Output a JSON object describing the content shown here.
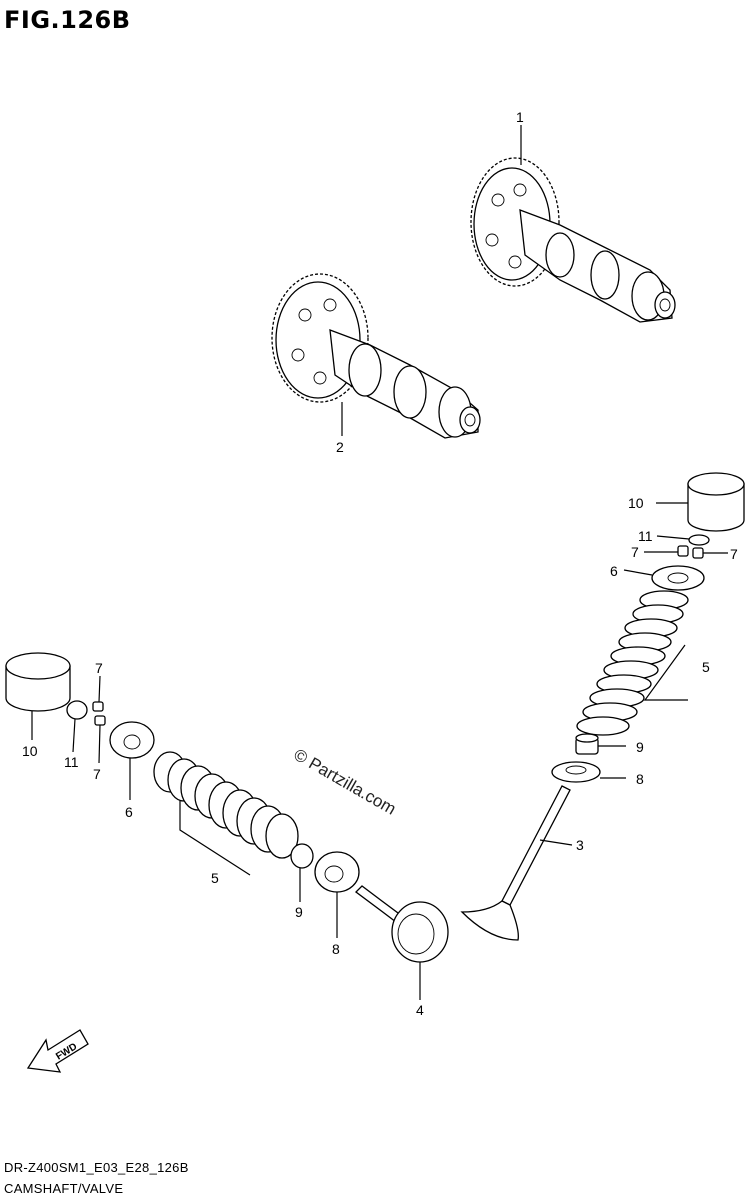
{
  "figure": {
    "title": "FIG.126B",
    "code": "DR-Z400SM1_E03_E28_126B",
    "caption": "CAMSHAFT/VALVE",
    "watermark": "© Partzilla.com",
    "fwd_label": "FWD"
  },
  "callouts": {
    "c1": "1",
    "c2": "2",
    "c3": "3",
    "c4": "4",
    "c5_right": "5",
    "c5_left": "5",
    "c6_right": "6",
    "c6_left": "6",
    "c7_right_a": "7",
    "c7_right_b": "7",
    "c7_left_a": "7",
    "c7_left_b": "7",
    "c8_right": "8",
    "c8_left": "8",
    "c9_right": "9",
    "c9_left": "9",
    "c10_right": "10",
    "c10_left": "10",
    "c11_right": "11",
    "c11_left": "11"
  }
}
